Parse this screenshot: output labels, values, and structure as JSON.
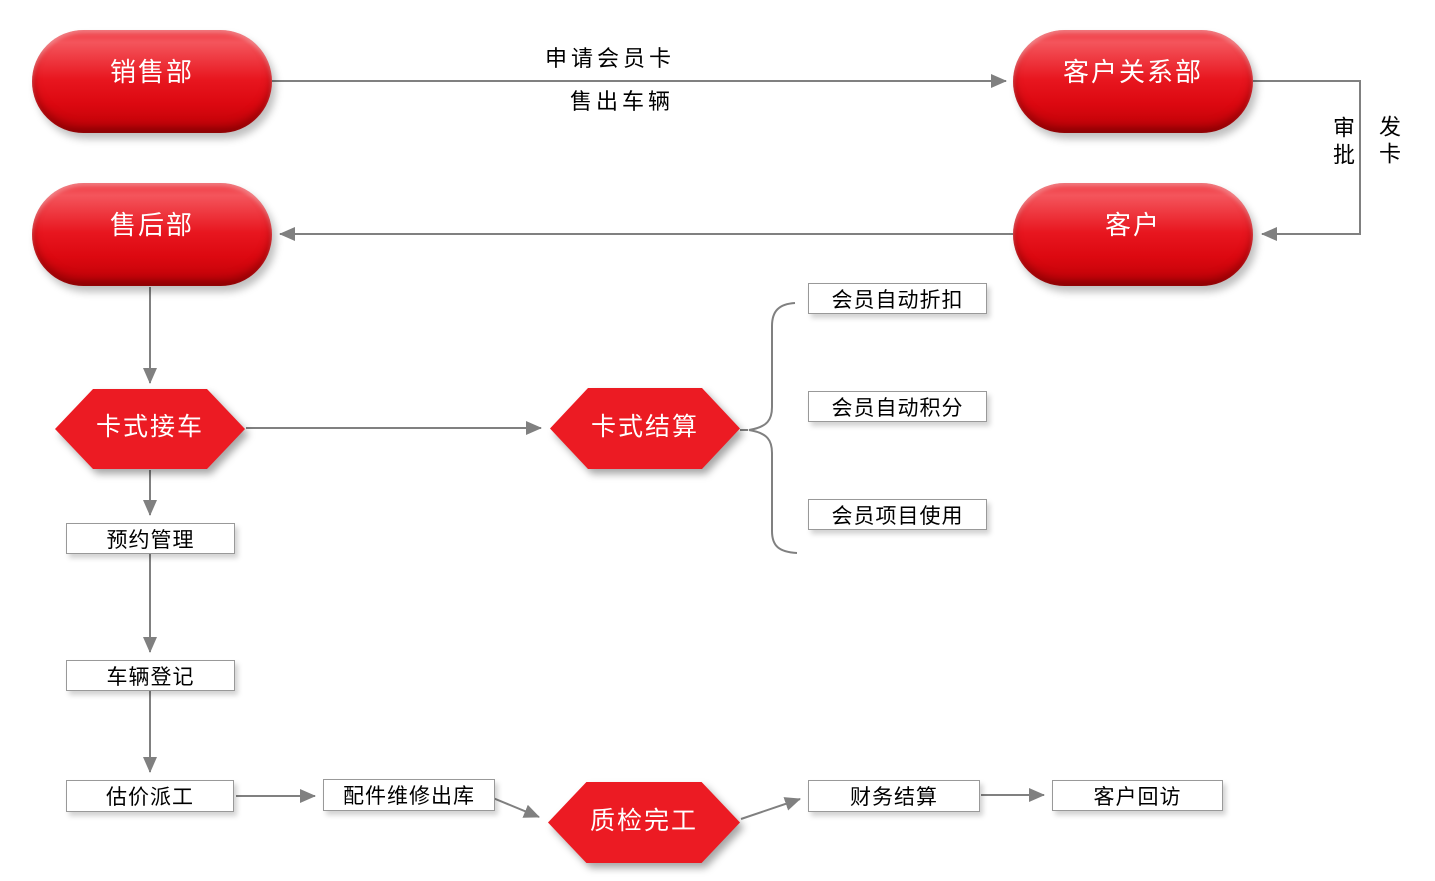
{
  "diagram": {
    "type": "flowchart",
    "language": "zh-CN",
    "topic": "汽车销售/售后会员卡业务流程"
  },
  "colors": {
    "shape_red": "#ec1b23",
    "shape_red_dark": "#ad0006",
    "connector_gray": "#808080",
    "box_border_gray": "#999999",
    "label_black": "#000000",
    "shape_text_white": "#ffffff"
  },
  "nodes": {
    "sales_dept": {
      "label": "销售部",
      "shape": "stadium"
    },
    "customer_relations_dept": {
      "label": "客户关系部",
      "shape": "stadium"
    },
    "after_sales_dept": {
      "label": "售后部",
      "shape": "stadium"
    },
    "customer": {
      "label": "客户",
      "shape": "stadium"
    },
    "card_reception": {
      "label": "卡式接车",
      "shape": "hexagon"
    },
    "card_settlement": {
      "label": "卡式结算",
      "shape": "hexagon"
    },
    "quality_check_done": {
      "label": "质检完工",
      "shape": "hexagon"
    },
    "member_auto_discount": {
      "label": "会员自动折扣",
      "shape": "box"
    },
    "member_auto_points": {
      "label": "会员自动积分",
      "shape": "box"
    },
    "member_item_usage": {
      "label": "会员项目使用",
      "shape": "box"
    },
    "appointment_management": {
      "label": "预约管理",
      "shape": "box"
    },
    "vehicle_registration": {
      "label": "车辆登记",
      "shape": "box"
    },
    "estimate_dispatch": {
      "label": "估价派工",
      "shape": "box"
    },
    "parts_repair_outbound": {
      "label": "配件维修出库",
      "shape": "box"
    },
    "financial_settlement": {
      "label": "财务结算",
      "shape": "box"
    },
    "customer_followup": {
      "label": "客户回访",
      "shape": "box"
    }
  },
  "edge_labels": {
    "apply_member_card": "申请会员卡",
    "sell_vehicle": "售出车辆",
    "approve": "审批",
    "issue_card": "发卡"
  }
}
